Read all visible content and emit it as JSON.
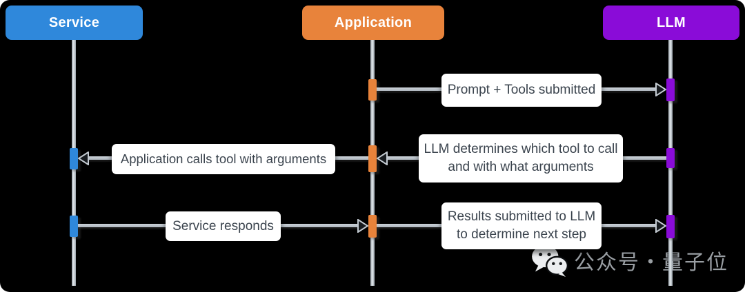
{
  "diagram": {
    "type": "sequence",
    "background": "#000000",
    "actors": [
      {
        "id": "service",
        "label": "Service",
        "color": "#2F88DB"
      },
      {
        "id": "application",
        "label": "Application",
        "color": "#E8833B"
      },
      {
        "id": "llm",
        "label": "LLM",
        "color": "#8A0CD8"
      }
    ],
    "messages": [
      {
        "from": "application",
        "to": "llm",
        "label": "Prompt + Tools submitted"
      },
      {
        "from": "llm",
        "to": "application",
        "label": "LLM determines which tool to call and with what arguments"
      },
      {
        "from": "application",
        "to": "service",
        "label": "Application calls tool with arguments"
      },
      {
        "from": "service",
        "to": "application",
        "label": "Service responds"
      },
      {
        "from": "application",
        "to": "llm",
        "label": "Results submitted to LLM to determine next step"
      }
    ],
    "styles": {
      "lifeline_color": "#B9C1C8",
      "arrow_color": "#C3CAD1",
      "label_bg": "#FFFFFF",
      "label_text_color": "#3A434D",
      "watermark_color": "#999EA3"
    },
    "watermark": {
      "icon": "wechat-icon",
      "text": "公众号・量子位"
    }
  }
}
